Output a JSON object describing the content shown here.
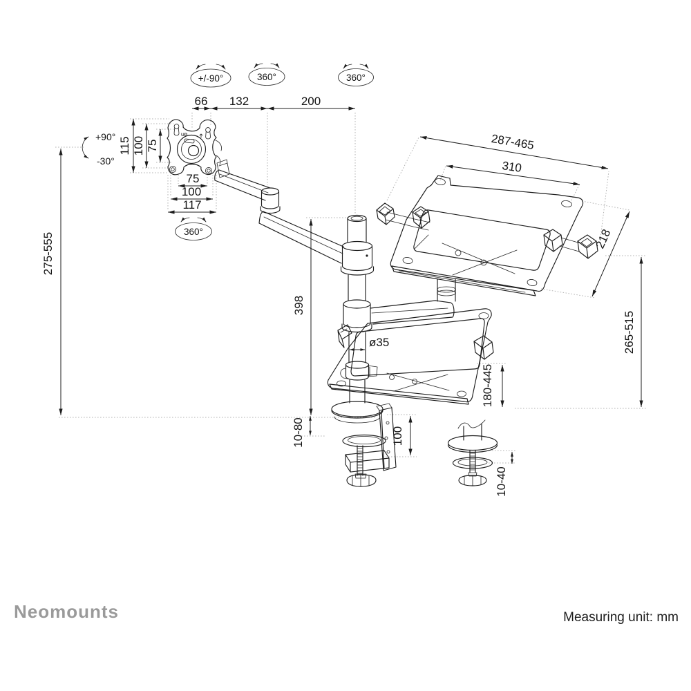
{
  "brand": "Neomounts",
  "footer_note": "Measuring unit: mm",
  "plate": {
    "up_label": "UP"
  },
  "rot": {
    "head_swivel": "+/-90°",
    "elbow_rotation": "360°",
    "pole_rotation": "360°",
    "vesa_rotation": "360°",
    "tilt_up": "+90°",
    "tilt_down": "-30°"
  },
  "dims": {
    "offset_66": "66",
    "segment_132": "132",
    "segment_200": "200",
    "plate_height_115": "115",
    "vesa_vertical_100": "100",
    "vesa_vertical_75": "75",
    "vesa_horizontal_75": "75",
    "vesa_horizontal_100": "100",
    "plate_width_117": "117",
    "monitor_height_range": "275-555",
    "pole_height_398": "398",
    "pole_diameter": "ø35",
    "tray_clamp_range": "287-465",
    "tray_inner_width": "310",
    "tray_depth_218": "218",
    "laptop_height_range": "265-515",
    "tray_height_range": "180-445",
    "clamp_desk_range": "10-80",
    "clamp_height_100": "100",
    "grommet_desk_range": "10-40"
  }
}
